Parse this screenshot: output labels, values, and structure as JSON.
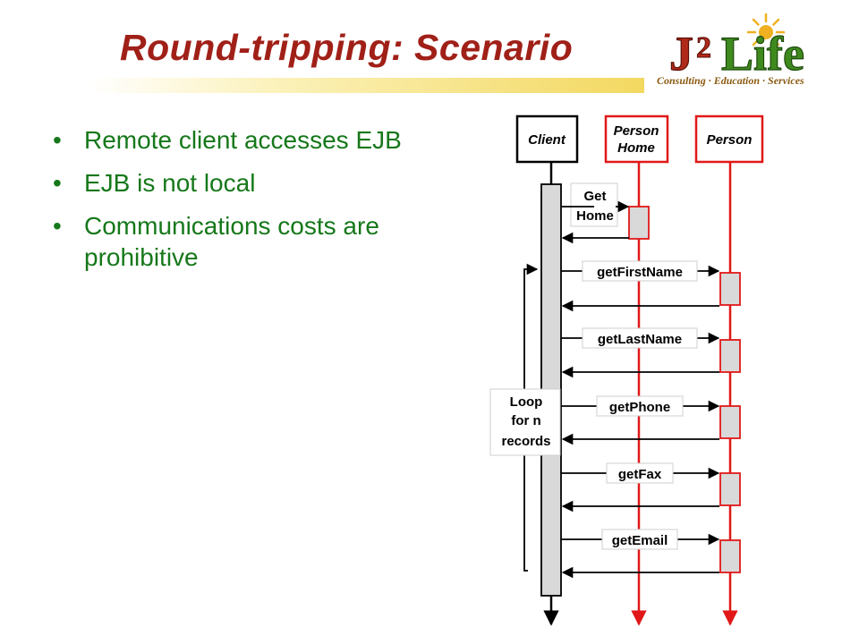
{
  "slide": {
    "title": "Round-tripping: Scenario",
    "title_color": "#a02018",
    "text_color": "#16781a",
    "underline_color": "#f4dc6a"
  },
  "logo": {
    "mark_j": "J",
    "mark_2": "2",
    "mark_life": "Life",
    "tagline": "Consulting · Education · Services",
    "colors": {
      "red": "#b02a1a",
      "green": "#3f8a1e",
      "sun": "#f0b020",
      "tagline": "#8a5a10"
    }
  },
  "bullets": [
    {
      "text": "Remote client accesses EJB"
    },
    {
      "text": "EJB is not local"
    },
    {
      "text": "Communications costs are prohibitive"
    }
  ],
  "diagram": {
    "participants": {
      "client": {
        "label": "Client"
      },
      "home": {
        "label_line1": "Person",
        "label_line2": "Home"
      },
      "person": {
        "label": "Person"
      }
    },
    "get_home": {
      "line1": "Get",
      "line2": "Home"
    },
    "loop": {
      "line1": "Loop",
      "line2": "for n",
      "line3": "records"
    },
    "messages": [
      {
        "label": "getFirstName"
      },
      {
        "label": "getLastName"
      },
      {
        "label": "getPhone"
      },
      {
        "label": "getFax"
      },
      {
        "label": "getEmail"
      }
    ],
    "colors": {
      "lifeline": "#e01818",
      "activation": "#d9d9d9",
      "line": "#000000"
    }
  }
}
